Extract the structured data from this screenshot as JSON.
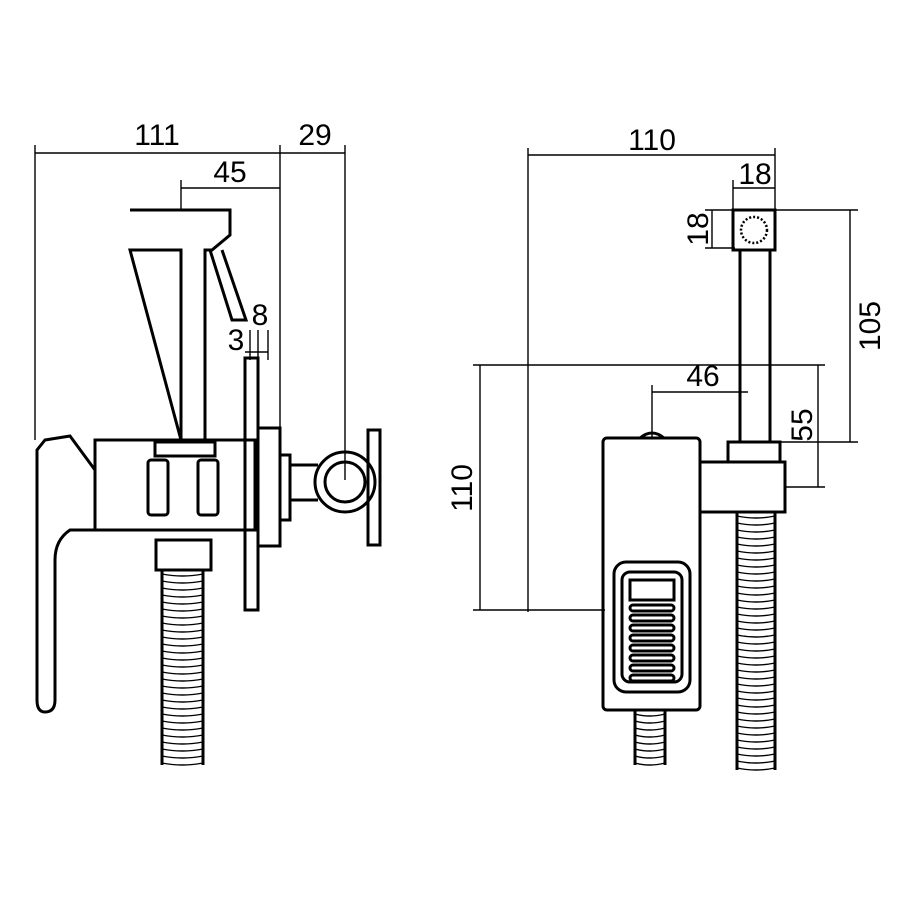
{
  "title": "Hygienic shower set dimension drawing",
  "side_view": {
    "dim_total_width": "111",
    "dim_holder_offset": "29",
    "dim_handset_offset": "45",
    "dim_plate_gap": "3",
    "dim_plate_thickness": "8"
  },
  "front_view": {
    "dim_total_width": "110",
    "dim_head_width": "18",
    "dim_head_height": "18",
    "dim_handset_height": "105",
    "dim_outlet_offset": "46",
    "dim_outlet_height": "55",
    "dim_body_height": "110"
  },
  "colors": {
    "line": "#000000",
    "background": "#ffffff"
  }
}
